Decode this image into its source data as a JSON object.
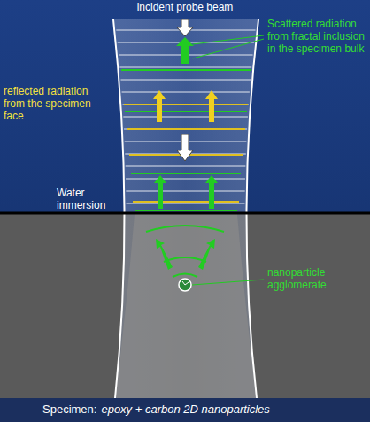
{
  "diagram": {
    "labels": [
      "incident probe beam",
      "Scattered radiation from fractal inclusion in the specimen bulk",
      "reflected radiation from the specimen face",
      "Water immersion",
      "nanoparticle agglomerate",
      "Specimen:",
      "epoxy + carbon 2D nanoparticles"
    ]
  }
}
